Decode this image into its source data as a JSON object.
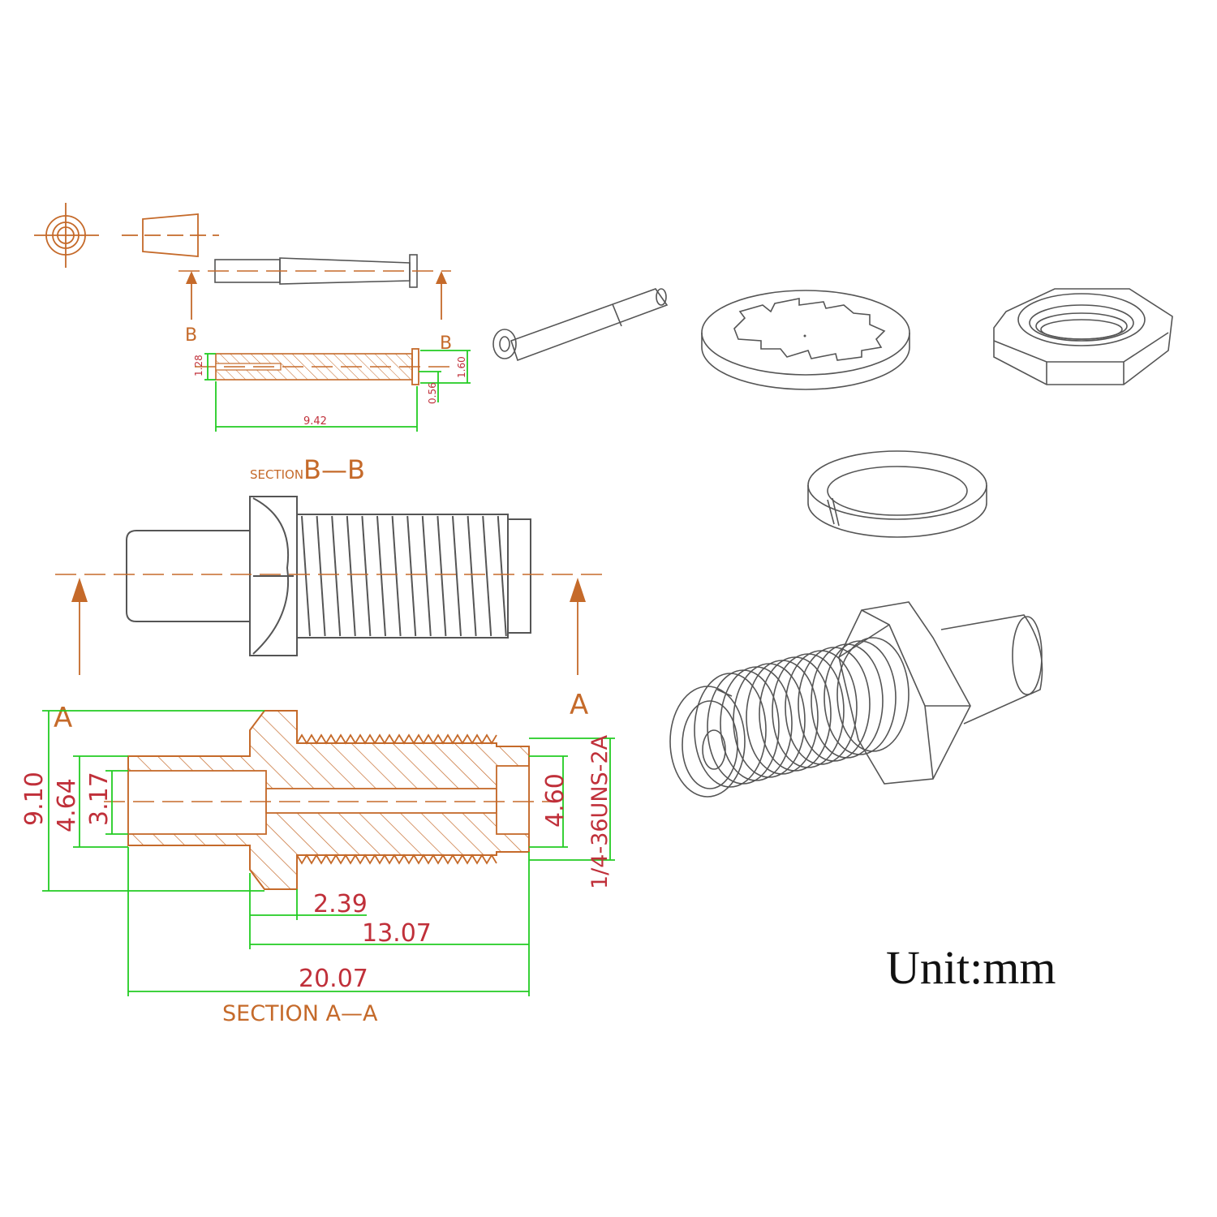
{
  "colors": {
    "outline": "#555555",
    "section_outline": "#c56a2a",
    "dimension_lines": "#22cc22",
    "dimension_text": "#c0303a",
    "labels": "#c56a2a",
    "unit_text": "#111111"
  },
  "labels": {
    "section_bb_prefix": "SECTION",
    "section_bb_name": "B—B",
    "section_aa": "SECTION  A—A",
    "cut_a_left": "A",
    "cut_a_right": "A",
    "cut_b_left": "B",
    "cut_b_right": "B",
    "unit": "Unit:mm"
  },
  "dimensions": {
    "pin_length": "9.42",
    "pin_dia_small": "1.28",
    "pin_dia_large": "1.60",
    "pin_tip": "0.56",
    "overall_height": "9.10",
    "bore": "4.64",
    "inner_bore": "3.17",
    "front_bore": "4.60",
    "thread_spec": "1/4-36UNS-2A",
    "flange_width": "2.39",
    "thread_length": "13.07",
    "overall_length": "20.07"
  }
}
